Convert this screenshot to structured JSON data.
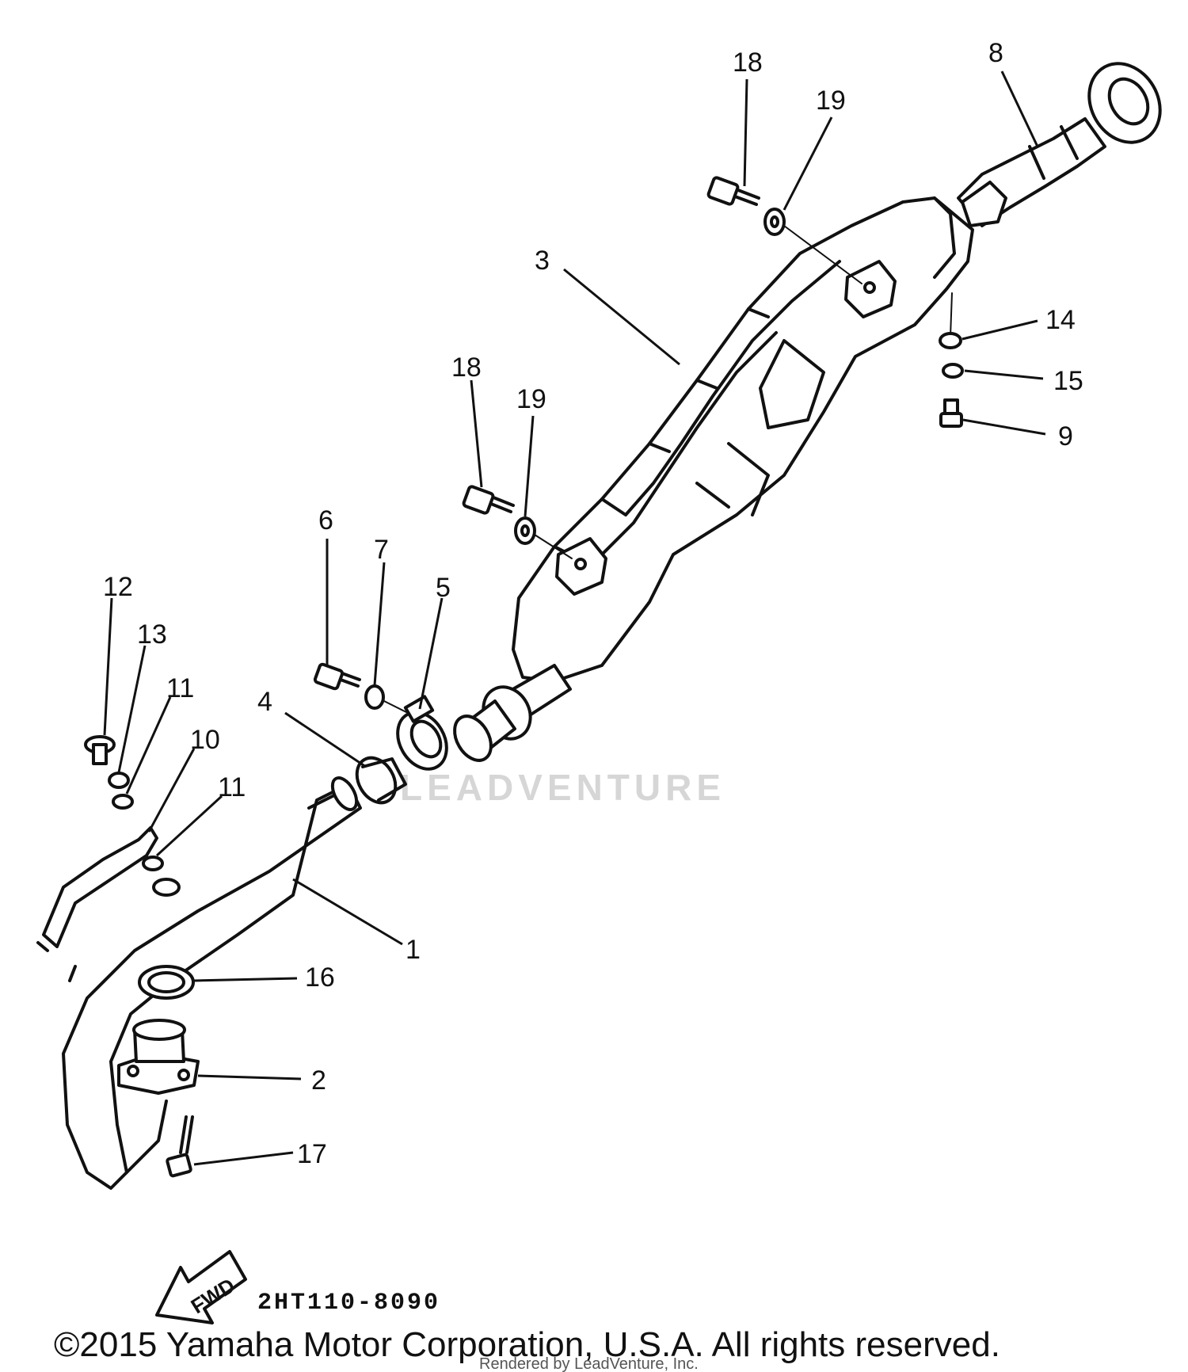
{
  "diagram": {
    "code": "2HT110-8090",
    "fwd_label": "FWD",
    "watermark": "LEADVENTURE",
    "copyright": "©2015 Yamaha Motor Corporation, U.S.A. All rights reserved.",
    "rendered_by": "Rendered by LeadVenture, Inc."
  },
  "callouts": [
    {
      "id": "c1",
      "label": "1"
    },
    {
      "id": "c2",
      "label": "2"
    },
    {
      "id": "c3",
      "label": "3"
    },
    {
      "id": "c4",
      "label": "4"
    },
    {
      "id": "c5",
      "label": "5"
    },
    {
      "id": "c6",
      "label": "6"
    },
    {
      "id": "c7",
      "label": "7"
    },
    {
      "id": "c8",
      "label": "8"
    },
    {
      "id": "c9",
      "label": "9"
    },
    {
      "id": "c10",
      "label": "10"
    },
    {
      "id": "c11a",
      "label": "11"
    },
    {
      "id": "c11b",
      "label": "11"
    },
    {
      "id": "c12",
      "label": "12"
    },
    {
      "id": "c13",
      "label": "13"
    },
    {
      "id": "c14",
      "label": "14"
    },
    {
      "id": "c15",
      "label": "15"
    },
    {
      "id": "c16",
      "label": "16"
    },
    {
      "id": "c17",
      "label": "17"
    },
    {
      "id": "c18a",
      "label": "18"
    },
    {
      "id": "c18b",
      "label": "18"
    },
    {
      "id": "c19a",
      "label": "19"
    },
    {
      "id": "c19b",
      "label": "19"
    }
  ]
}
